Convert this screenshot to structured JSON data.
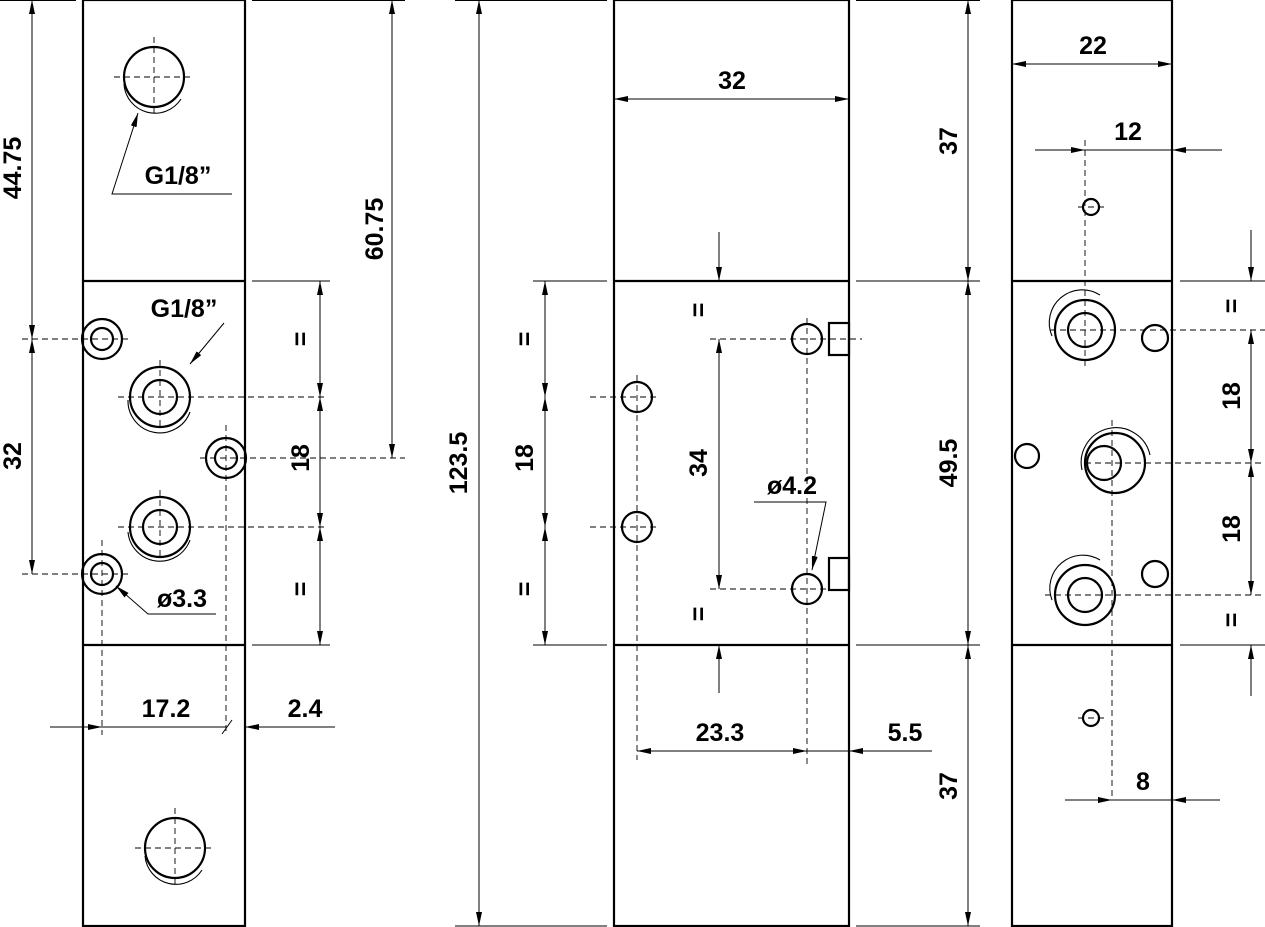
{
  "dimensions": {
    "d44_75": "44.75",
    "d60_75": "60.75",
    "d32_left": "32",
    "d18_left": "18",
    "d17_2": "17.2",
    "d2_4": "2.4",
    "d123_5": "123.5",
    "d32_top": "32",
    "d18_middle": "18",
    "d34": "34",
    "d4_2": "ø4.2",
    "d23_3": "23.3",
    "d5_5": "5.5",
    "d37_top": "37",
    "d49_5": "49.5",
    "d37_bottom": "37",
    "d22": "22",
    "d12": "12",
    "d18_right_a": "18",
    "d18_right_b": "18",
    "d8": "8",
    "d3_3": "ø3.3"
  },
  "callouts": {
    "thread_top": "G1/8”",
    "thread_mid": "G1/8”"
  },
  "equal_mark": "="
}
